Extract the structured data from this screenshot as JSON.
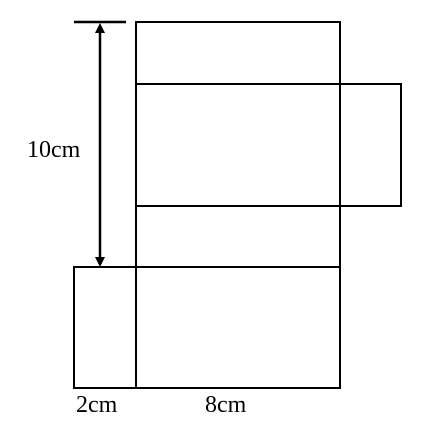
{
  "net": {
    "height_label": "10cm",
    "depth_label": "2cm",
    "width_label": "8cm"
  }
}
